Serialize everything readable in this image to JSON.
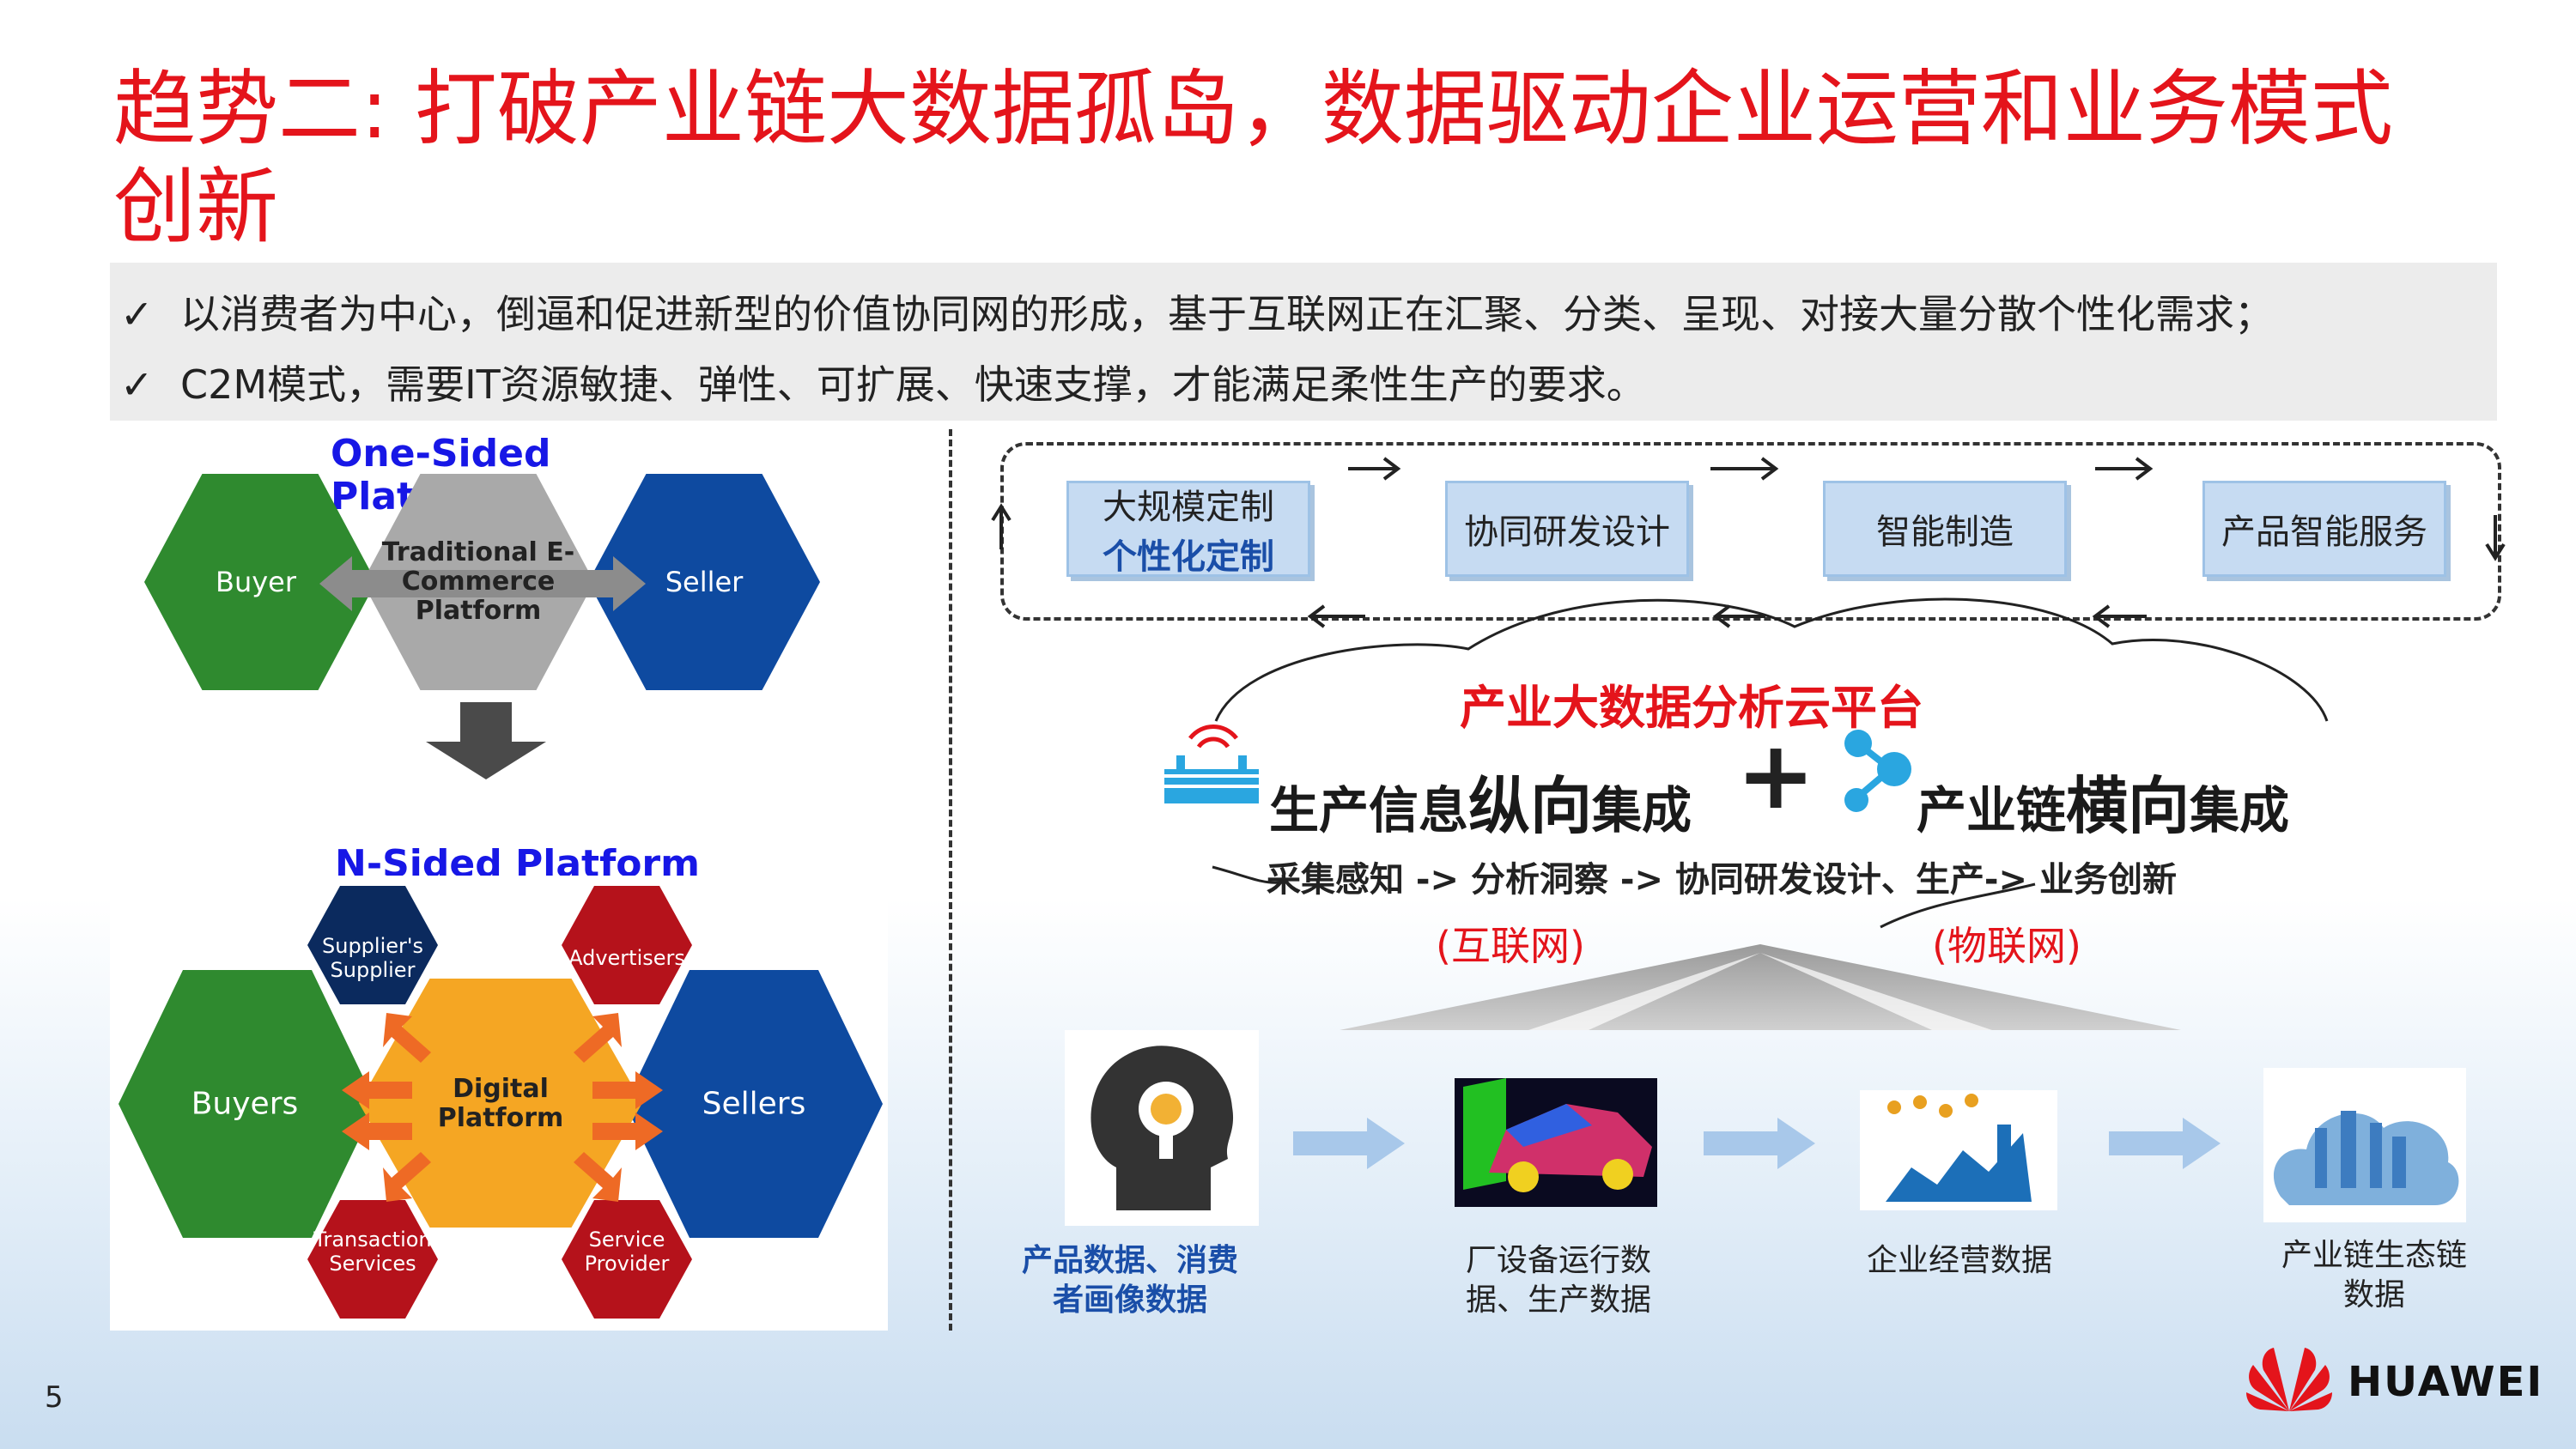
{
  "title": {
    "line1": "趋势二: 打破产业链大数据孤岛，数据驱动企业运营和业务模式",
    "line2": "创新"
  },
  "bullets": [
    "以消费者为中心，倒逼和促进新型的价值协同网的形成，基于互联网正在汇聚、分类、呈现、对接大量分散个性化需求；",
    "C2M模式，需要IT资源敏捷、弹性、可扩展、快速支撑，才能满足柔性生产的要求。"
  ],
  "bullet_mark": "✓",
  "one_sided": {
    "label": "One-Sided Platform",
    "buyer": "Buyer",
    "center": "Traditional E-Commerce Platform",
    "seller": "Seller"
  },
  "n_sided": {
    "label": "N-Sided Platform",
    "suppliers_supplier": "Supplier's Supplier",
    "advertisers": "Advertisers",
    "buyers": "Buyers",
    "center": "Digital Platform",
    "sellers": "Sellers",
    "transaction_services": "Transaction Services",
    "service_provider": "Service Provider"
  },
  "steps": [
    {
      "main": "大规模定制",
      "sub": "个性化定制"
    },
    {
      "main": "协同研发设计",
      "sub": ""
    },
    {
      "main": "智能制造",
      "sub": ""
    },
    {
      "main": "产品智能服务",
      "sub": ""
    }
  ],
  "cloud_platform": "产业大数据分析云平台",
  "integration": {
    "vertical_pre": "生产信息",
    "vertical_big": "纵向",
    "vertical_post": "集成",
    "plus": "+",
    "horizontal_pre": "产业链",
    "horizontal_big": "横向",
    "horizontal_post": "集成"
  },
  "flow": "采集感知 -> 分析洞察 -> 协同研发设计、生产-> 业务创新",
  "internet": "(互联网)",
  "iot": "(物联网)",
  "sources": [
    {
      "label": "产品数据、消费者画像数据",
      "color": "#1a4ea8"
    },
    {
      "label": "厂设备运行数据、生产数据",
      "color": "#222222"
    },
    {
      "label": "企业经营数据",
      "color": "#222222"
    },
    {
      "label": "产业链生态链数据",
      "color": "#222222"
    }
  ],
  "page_number": "5",
  "brand": "HUAWEI",
  "colors": {
    "title_red": "#e4141b",
    "hex_green": "#2f8a2f",
    "hex_blue": "#0e4aa0",
    "hex_red": "#b5121b",
    "hex_navy": "#0b2a5e",
    "hex_orange": "#f5a623"
  }
}
